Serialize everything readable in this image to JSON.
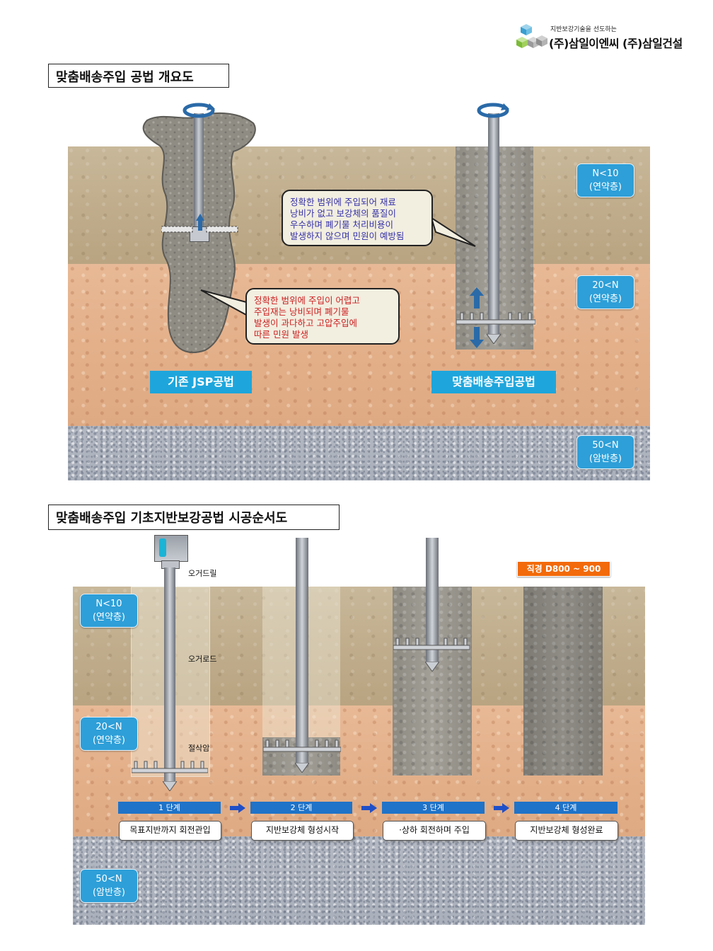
{
  "header": {
    "tagline": "지반보강기술을 선도하는",
    "company": "(주)삼일이엔씨 (주)삼일건설"
  },
  "section1": {
    "title": "맞춤배송주입 공법 개요도",
    "layers": [
      {
        "label": "N<10\n(연약층)",
        "line1": "N<10",
        "line2": "(연약층)"
      },
      {
        "line1": "20<N",
        "line2": "(연약층)"
      },
      {
        "line1": "50<N",
        "line2": "(암반층)"
      }
    ],
    "bubble_new": "정확한 범위에 주입되어 재료 낭비가 없고 보강체의 품질이 우수하며 폐기물 처리비용이 발생하지 않으며 민원이 예방됨",
    "bubble_new_lines": [
      "정확한 범위에 주입되어 재료",
      "낭비가 없고 보강체의 품질이",
      "우수하며 폐기물 처리비용이",
      "발생하지 않으며 민원이 예방됨"
    ],
    "bubble_old_lines": [
      "정확한 범위에 주입이 어렵고",
      "주입재는 낭비되며 폐기물",
      "발생이 과다하고 고압주입에",
      "따른 민원 발생"
    ],
    "method_old": "기존 JSP공법",
    "method_new": "맞춤배송주입공법"
  },
  "section2": {
    "title": "맞춤배송주입 기초지반보강공법 시공순서도",
    "diameter": "직경 D800 ~ 900",
    "parts": {
      "drill": "오거드릴",
      "rod": "오거로드",
      "blade": "절삭암"
    },
    "layers": [
      {
        "line1": "N<10",
        "line2": "(연약층)"
      },
      {
        "line1": "20<N",
        "line2": "(연약층)"
      },
      {
        "line1": "50<N",
        "line2": "(암반층)"
      }
    ],
    "steps": [
      {
        "label": "1 단계",
        "desc": "목표지반까지 회전관입"
      },
      {
        "label": "2 단계",
        "desc": "지반보강체 형성시작"
      },
      {
        "label": "3 단계",
        "desc": "·상하 회전하며 주입"
      },
      {
        "label": "4 단계",
        "desc": "지반보강체 형성완료"
      }
    ]
  },
  "colors": {
    "badge": "#2e9fd8",
    "method": "#1ea6dc",
    "step_bar": "#1f73c8",
    "diameter": "#f26a0a",
    "arrow": "#1f73c8"
  }
}
